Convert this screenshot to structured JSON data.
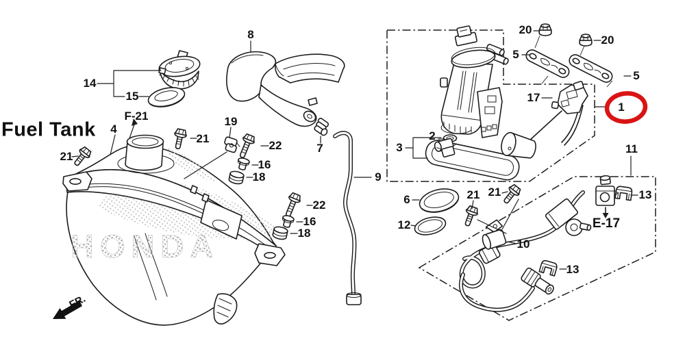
{
  "title": "Fuel Tank",
  "watermark": "HONDA",
  "direction_label": "FR.",
  "highlight": {
    "circled_part": "1",
    "color": "#d91414"
  },
  "reference_codes": {
    "filler": "F-21",
    "hose_joint": "E-17"
  },
  "callouts": {
    "c1": "1",
    "c2": "2",
    "c3": "3",
    "c4": "4",
    "c5_left": "5",
    "c5_right": "5",
    "c6": "6",
    "c7": "7",
    "c8": "8",
    "c9": "9",
    "c10": "10",
    "c11": "11",
    "c12": "12",
    "c13_top": "13",
    "c13_mid": "13",
    "c14": "14",
    "c15": "15",
    "c16_upper": "16",
    "c16_lower": "16",
    "c17": "17",
    "c18_upper": "18",
    "c18_lower": "18",
    "c19": "19",
    "c20_left": "20",
    "c20_right": "20",
    "c21_tank_left": "21",
    "c21_tank_mid": "21",
    "c21_hose_left": "21",
    "c21_hose_right": "21",
    "c22_upper": "22",
    "c22_lower": "22"
  }
}
